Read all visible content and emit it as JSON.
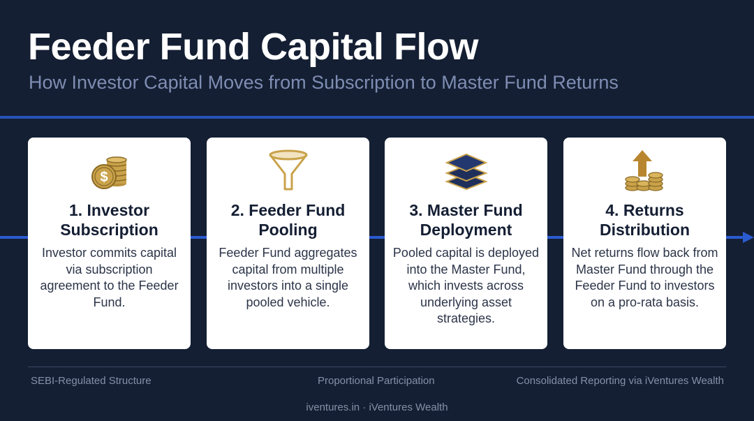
{
  "header": {
    "title": "Feeder Fund Capital Flow",
    "subtitle": "How Investor Capital Moves from Subscription to Master Fund Returns"
  },
  "steps": [
    {
      "title": "1. Investor Subscription",
      "description": "Investor commits capital via subscription agreement to the Feeder Fund.",
      "icon": "coins-dollar-icon"
    },
    {
      "title": "2. Feeder Fund Pooling",
      "description": "Feeder Fund aggregates capital from multiple investors into a single pooled vehicle.",
      "icon": "funnel-icon"
    },
    {
      "title": "3. Master Fund Deployment",
      "description": "Pooled capital is deployed into the Master Fund, which invests across underlying asset strategies.",
      "icon": "layers-icon"
    },
    {
      "title": "4. Returns Distribution",
      "description": "Net returns flow back from Master Fund through the Feeder Fund to investors on a pro-rata basis.",
      "icon": "coins-arrow-up-icon"
    }
  ],
  "footer": {
    "left": "SEBI-Regulated Structure",
    "center": "Proportional Participation",
    "right": "Consolidated Reporting via iVentures Wealth",
    "brand": "iventures.in · iVentures Wealth"
  },
  "colors": {
    "background": "#141f33",
    "accent_blue": "#2653b8",
    "gold": "#c9a24a",
    "navy": "#1f2f5c"
  }
}
